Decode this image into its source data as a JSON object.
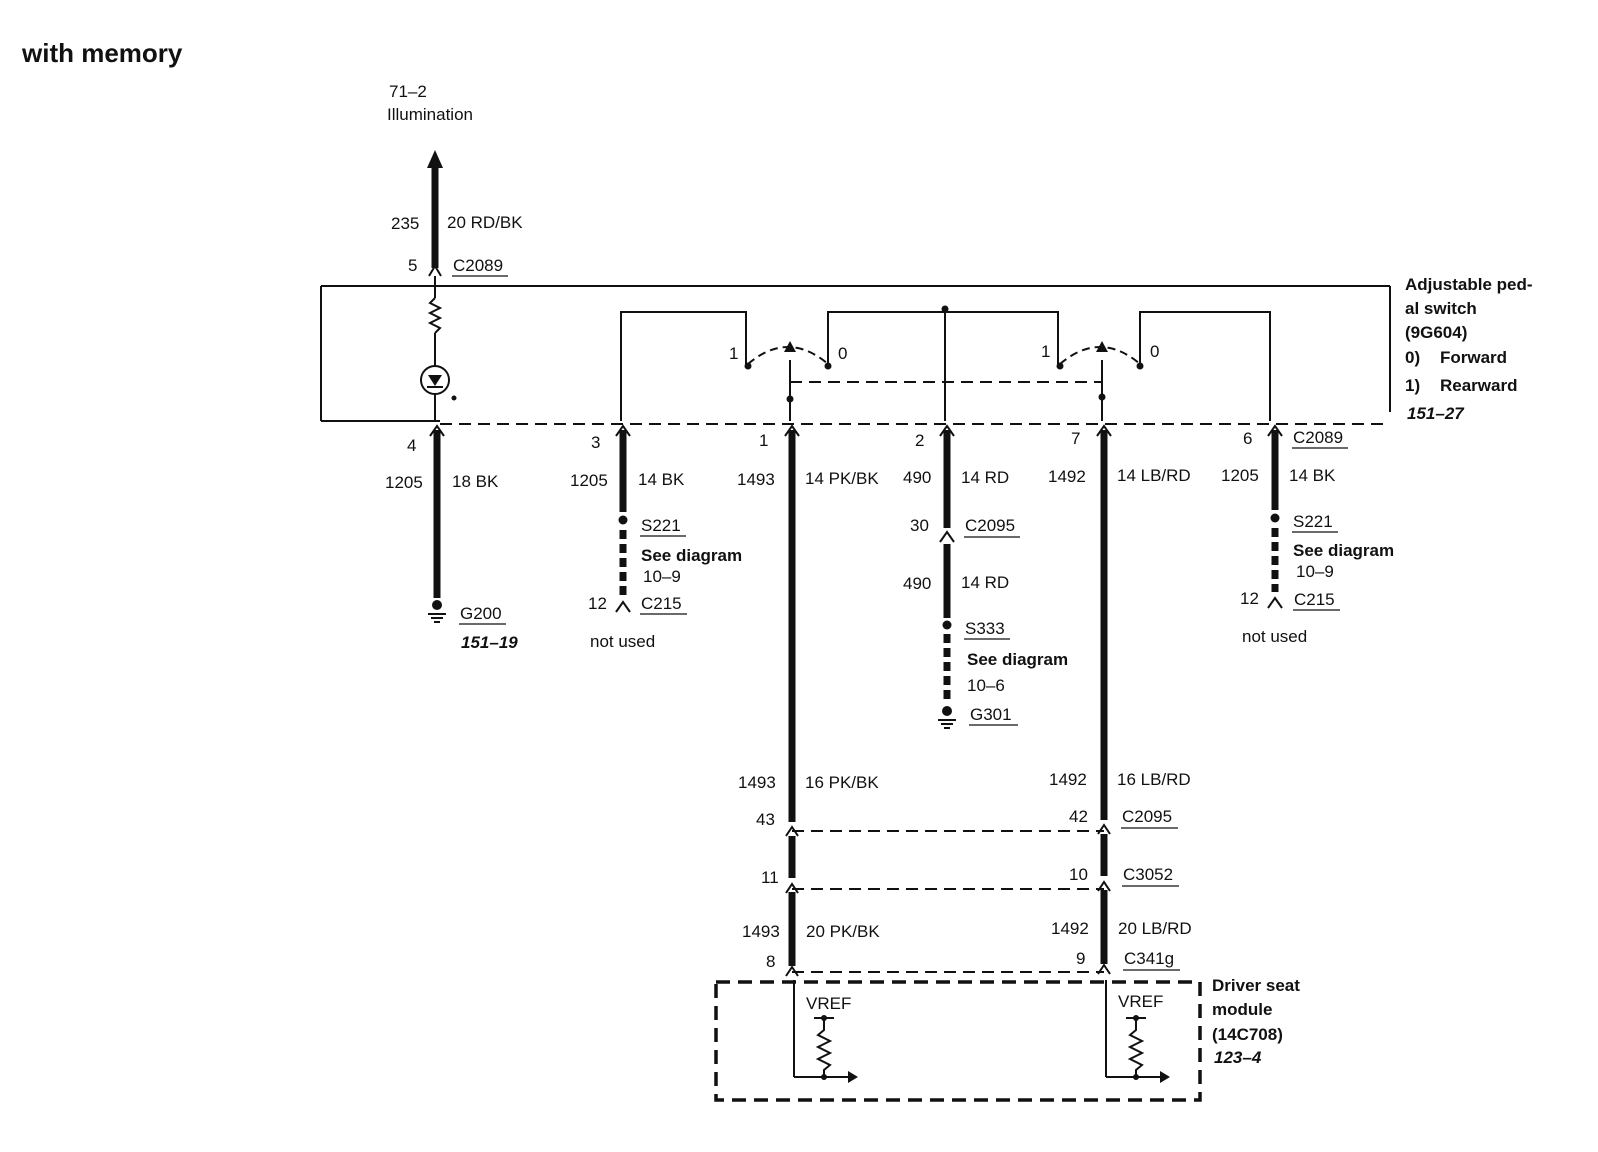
{
  "title": "with memory",
  "source": {
    "ref": "71–2",
    "label": "Illumination"
  },
  "switch": {
    "name_l1": "Adjustable ped-",
    "name_l2": "al switch",
    "part": "(9G604)",
    "pos0_num": "0)",
    "pos0_label": "Forward",
    "pos1_num": "1)",
    "pos1_label": "Rearward",
    "ref": "151–27",
    "contact_1": "1",
    "contact_0": "0"
  },
  "top_circuit": {
    "number": "235",
    "wire": "20 RD/BK",
    "pin": "5",
    "connector": "C2089"
  },
  "pins": {
    "p4": "4",
    "p3": "3",
    "p1": "1",
    "p2": "2",
    "p7": "7",
    "p6": "6",
    "connector": "C2089"
  },
  "circuits": {
    "c1_num": "1205",
    "c1_wire": "18 BK",
    "c2_num": "1205",
    "c2_wire": "14 BK",
    "c3_num": "1493",
    "c3_wire": "14 PK/BK",
    "c4_num": "490",
    "c4_wire": "14 RD",
    "c5_num": "1492",
    "c5_wire": "14 LB/RD",
    "c6_num": "1205",
    "c6_wire": "14 BK"
  },
  "ground_g200": {
    "label": "G200",
    "ref": "151–19"
  },
  "splice_left": {
    "label": "S221",
    "see": "See diagram",
    "ref": "10–9",
    "pin": "12",
    "connector": "C215",
    "note": "not used"
  },
  "splice_right": {
    "label": "S221",
    "see": "See diagram",
    "ref": "10–9",
    "pin": "12",
    "connector": "C215",
    "note": "not used"
  },
  "mid_branch": {
    "pin": "30",
    "connector": "C2095",
    "num2": "490",
    "wire2": "14 RD",
    "splice": "S333",
    "see": "See diagram",
    "ref": "10–6",
    "ground": "G301"
  },
  "lower": {
    "l_num16": "1493",
    "l_wire16": "16 PK/BK",
    "r_num16": "1492",
    "r_wire16": "16 LB/RD",
    "l_pin_c2095": "43",
    "r_pin_c2095": "42",
    "c2095": "C2095",
    "l_pin_c3052": "11",
    "r_pin_c3052": "10",
    "c3052": "C3052",
    "l_num20": "1493",
    "l_wire20": "20 PK/BK",
    "r_num20": "1492",
    "r_wire20": "20 LB/RD",
    "l_pin_c341": "8",
    "r_pin_c341": "9",
    "c341": "C341g"
  },
  "module": {
    "name_l1": "Driver seat",
    "name_l2": "module",
    "part": "(14C708)",
    "ref": "123–4",
    "vref_left": "VREF",
    "vref_right": "VREF"
  }
}
